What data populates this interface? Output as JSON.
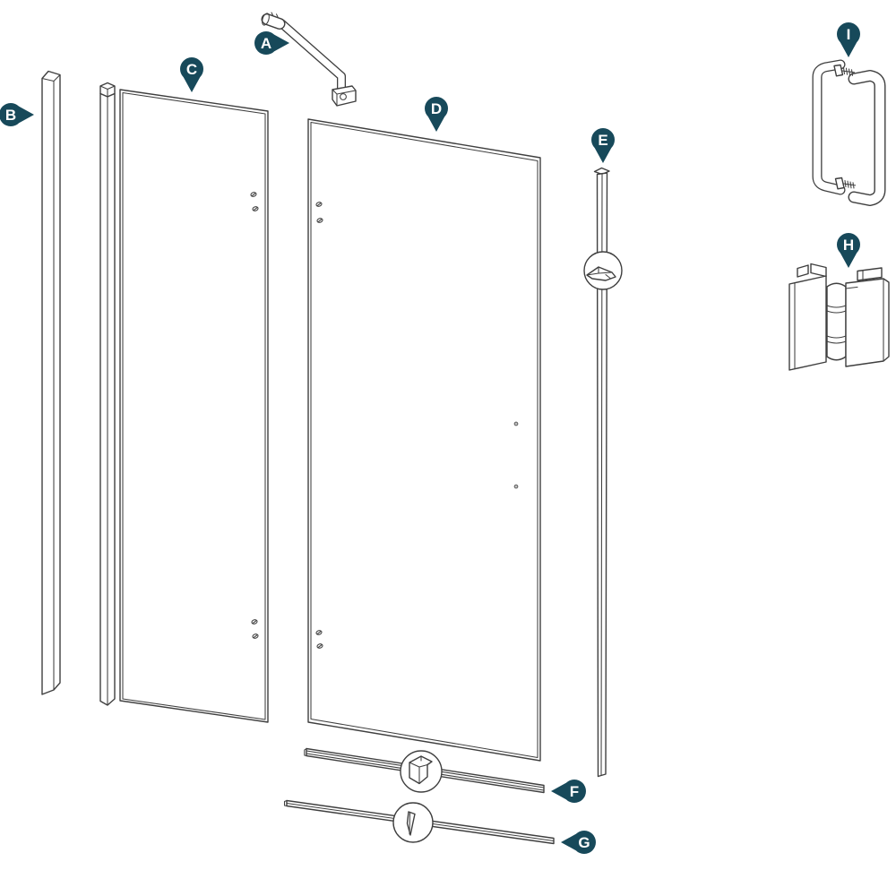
{
  "colors": {
    "marker": "#17495A",
    "line": "#3F3F3F",
    "background": "#FFFFFF"
  },
  "labels": {
    "A": "A",
    "B": "B",
    "C": "C",
    "D": "D",
    "E": "E",
    "F": "F",
    "G": "G",
    "H": "H",
    "I": "I"
  }
}
